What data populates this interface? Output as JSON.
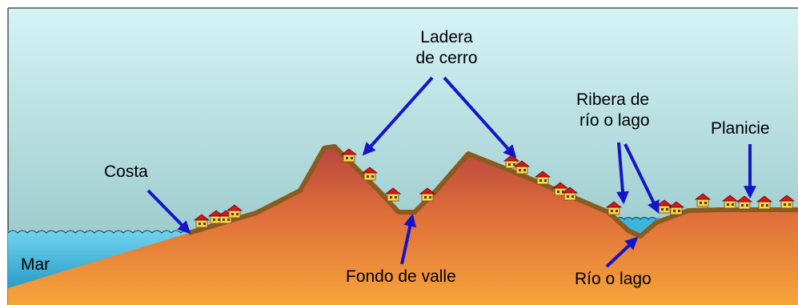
{
  "labels": {
    "ladera_line1": "Ladera",
    "ladera_line2": "de cerro",
    "costa": "Costa",
    "ribera_line1": "Ribera de",
    "ribera_line2": "río o lago",
    "planicie": "Planicie",
    "mar": "Mar",
    "fondo": "Fondo de valle",
    "rio": "Río o lago"
  },
  "colors": {
    "sky_top": "#cfeff3",
    "sky_bottom": "#8fc3c3",
    "ground_top": "#c24a40",
    "ground_bottom": "#f4a03a",
    "ridge": "#8a5a1e",
    "water": "#3cb6d8",
    "arrow": "#1515c8",
    "house_wall": "#f6d54a",
    "house_roof": "#d8141c"
  }
}
